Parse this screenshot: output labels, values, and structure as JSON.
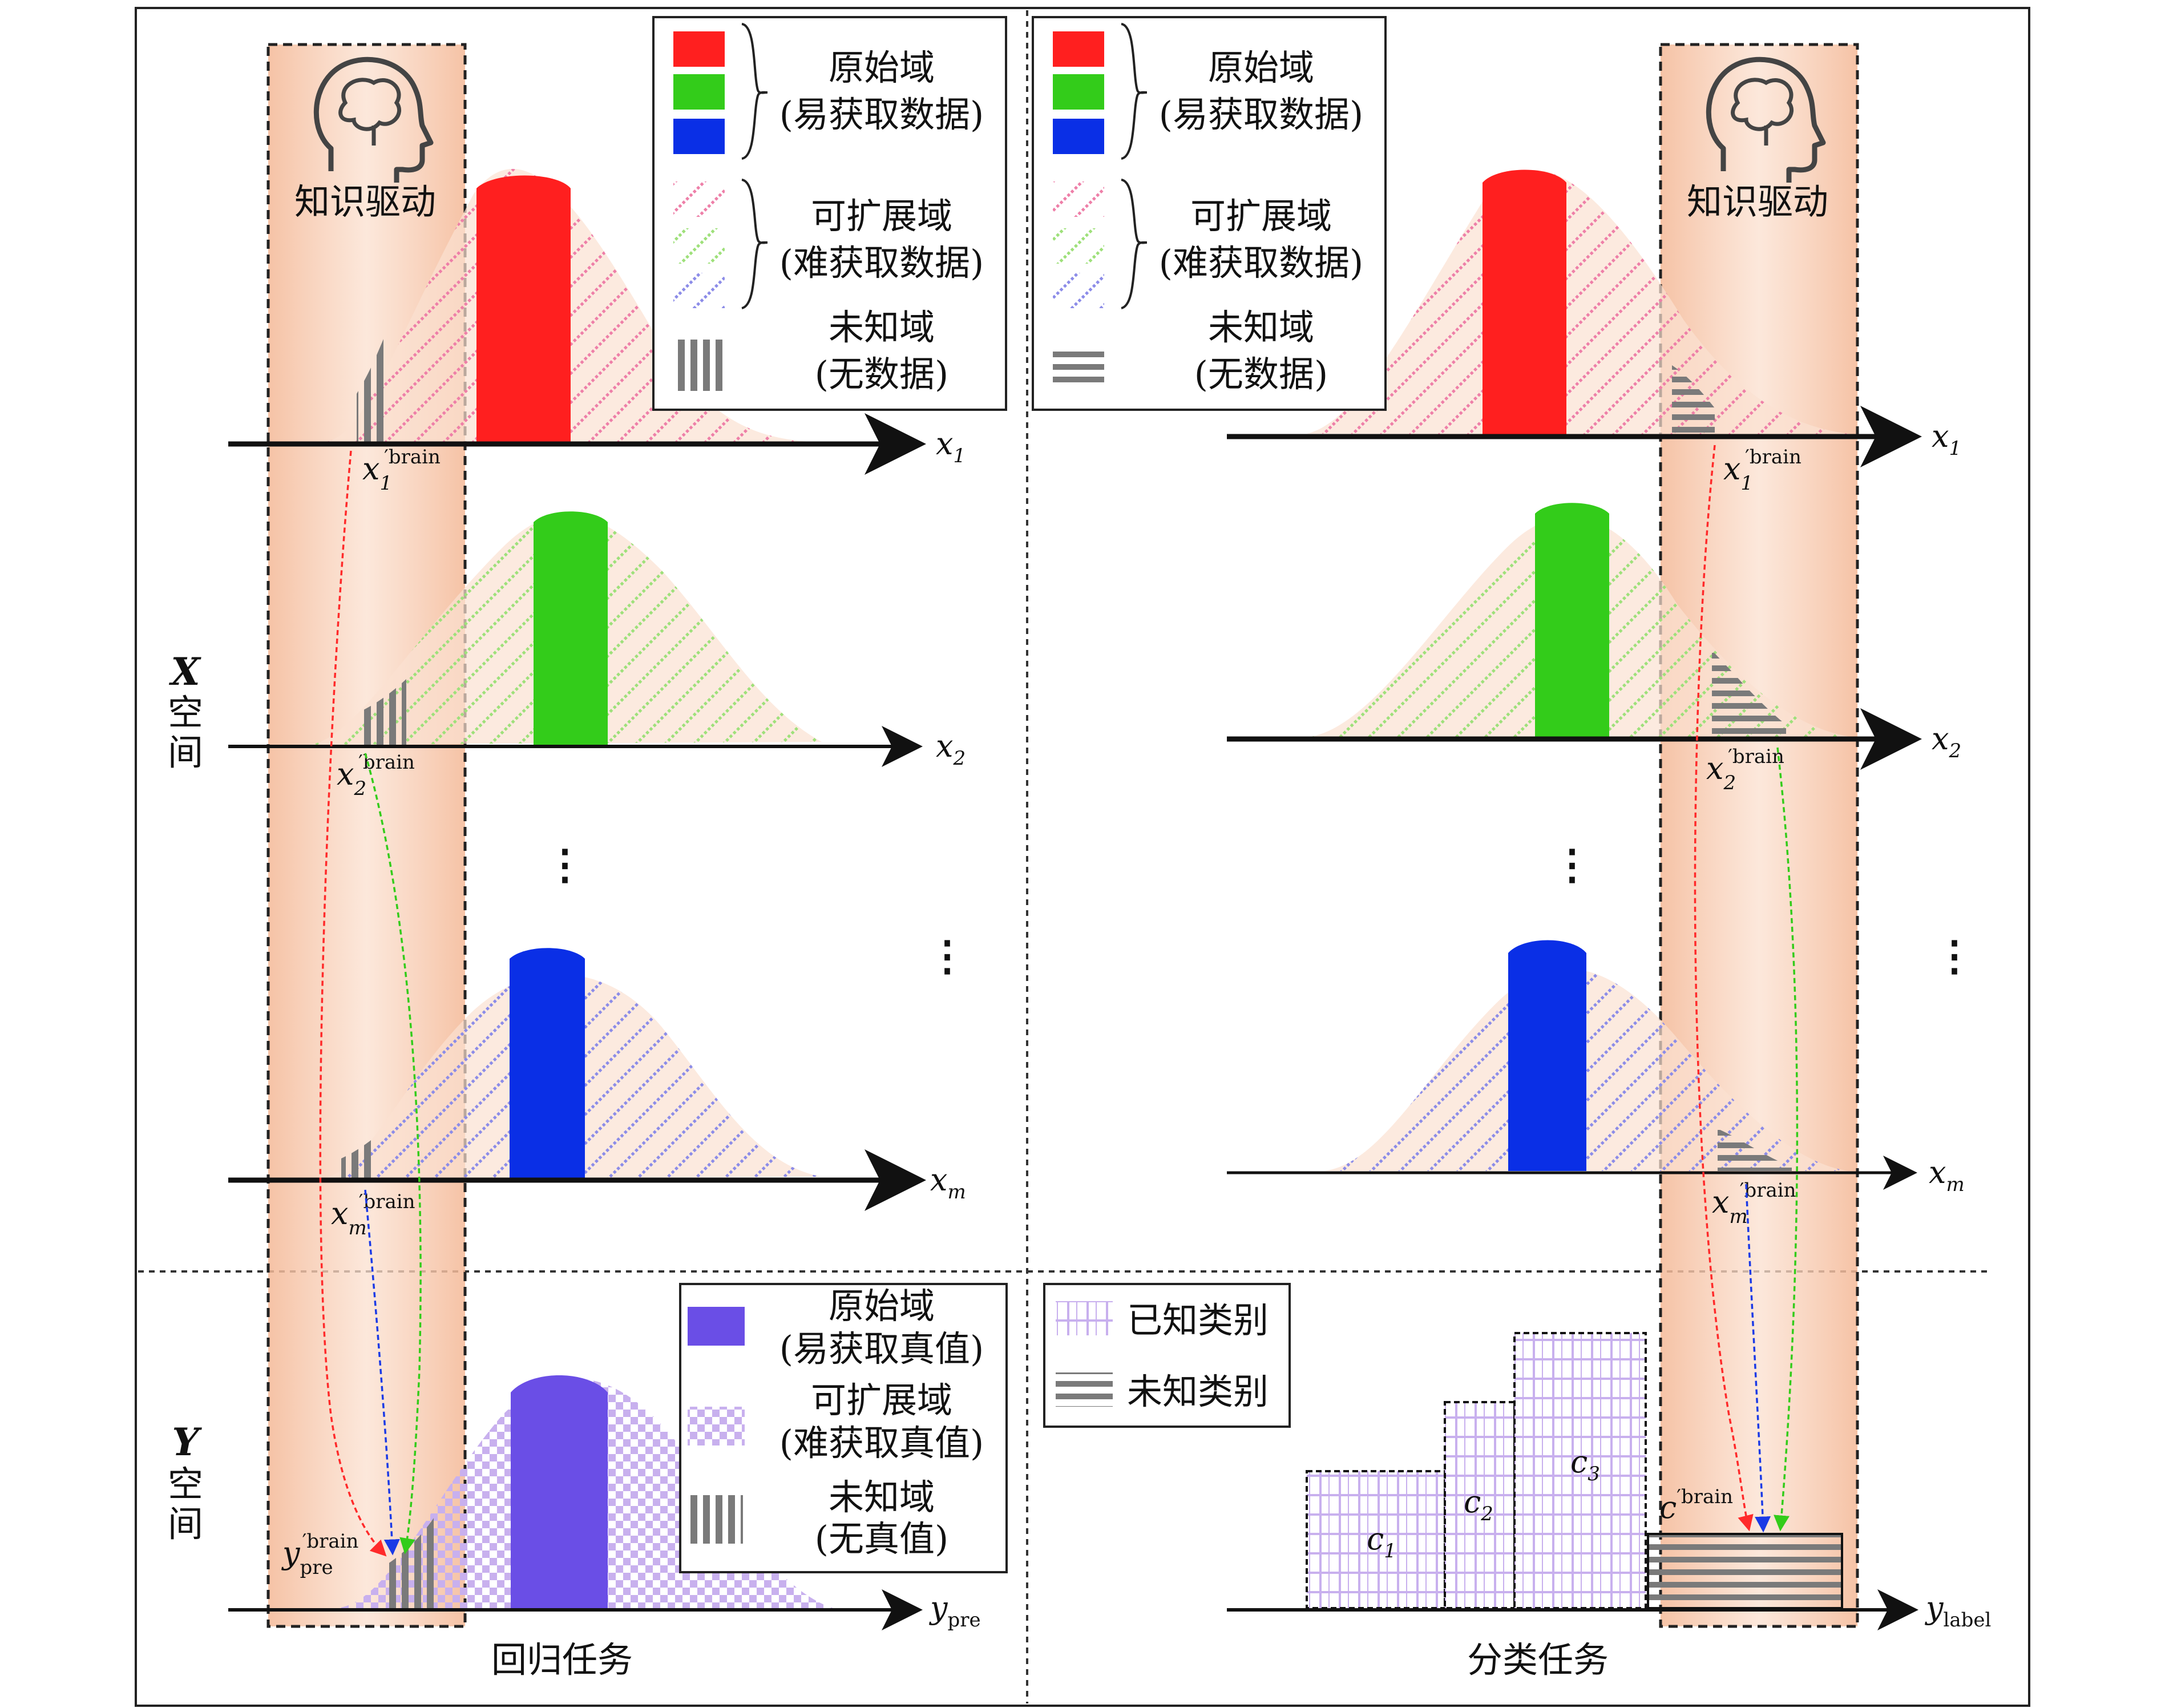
{
  "colors": {
    "red": "#ff1f1f",
    "green": "#33cc1a",
    "blue": "#0a2fe6",
    "purple": "#6a4ee6",
    "pink_hatch": "#ee7fa8",
    "green_hatch": "#9ee07a",
    "blue_hatch": "#8c8ce8",
    "lavender_hatch": "#c8b0ee",
    "gray_stripe": "#7a7a7a",
    "band": "#f6c7a9",
    "dist_fill": "#fbe1d1"
  },
  "brain_label": "知识驱动",
  "x_space": {
    "sym": "X",
    "line1": "空",
    "line2": "间"
  },
  "y_space": {
    "sym": "Y",
    "line1": "空",
    "line2": "间"
  },
  "captions": {
    "left": "回归任务",
    "right": "分类任务"
  },
  "axes": {
    "x1": {
      "base": "x",
      "sub": "1"
    },
    "x2": {
      "base": "x",
      "sub": "2"
    },
    "xm": {
      "base": "x",
      "sub": "m"
    },
    "ypre": {
      "base": "y",
      "sub": "pre"
    },
    "ylabel": {
      "base": "y",
      "sub": "label"
    }
  },
  "points": {
    "x1b": {
      "base": "x",
      "sub": "1",
      "sup": "′brain"
    },
    "x2b": {
      "base": "x",
      "sub": "2",
      "sup": "′brain"
    },
    "xmb": {
      "base": "x",
      "sub": "m",
      "sup": "′brain"
    },
    "yb": {
      "base": "y",
      "sub": "pre",
      "sup": "′brain"
    },
    "cb": {
      "base": "c",
      "sup": "′brain"
    }
  },
  "ellipsis": "⋮",
  "legend_x": {
    "original": {
      "line1": "原始域",
      "line2": "(易获取数据)"
    },
    "expand": {
      "line1": "可扩展域",
      "line2": "(难获取数据)"
    },
    "unknown": {
      "line1": "未知域",
      "line2": "(无数据)"
    }
  },
  "legend_y": {
    "original": {
      "line1": "原始域",
      "line2": "(易获取真值)"
    },
    "expand": {
      "line1": "可扩展域",
      "line2": "(难获取真值)"
    },
    "unknown": {
      "line1": "未知域",
      "line2": "(无真值)"
    }
  },
  "legend_class": {
    "known": "已知类别",
    "unknown": "未知类别"
  },
  "classes": [
    {
      "base": "c",
      "sub": "1"
    },
    {
      "base": "c",
      "sub": "2"
    },
    {
      "base": "c",
      "sub": "3"
    }
  ]
}
